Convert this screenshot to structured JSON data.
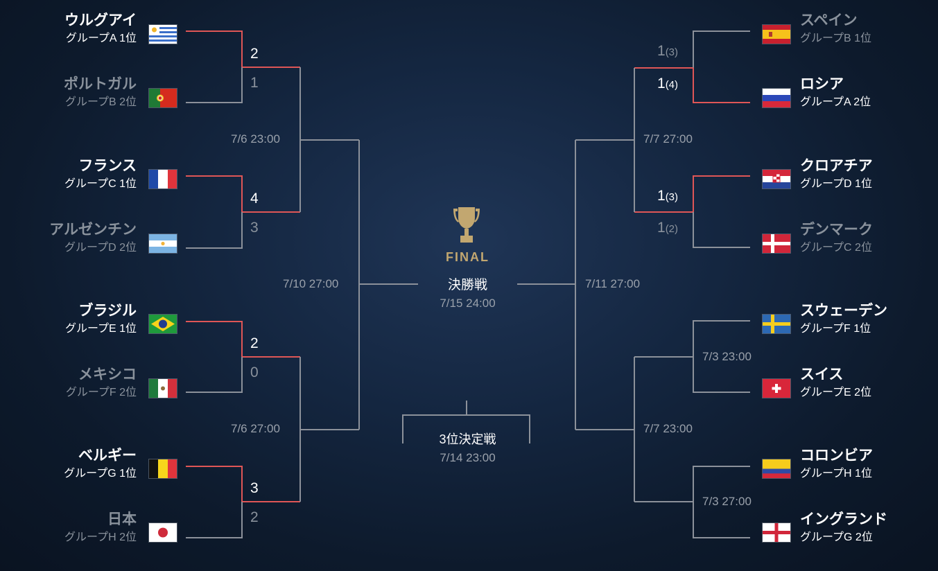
{
  "colors": {
    "winner_line": "#e05656",
    "bracket_line": "#8c919a",
    "trophy": "#c2a770",
    "dim_text": "#8a929c"
  },
  "teams": {
    "uruguay": {
      "name": "ウルグアイ",
      "group": "グループA 1位",
      "flag": "uruguay-flag"
    },
    "portugal": {
      "name": "ポルトガル",
      "group": "グループB 2位",
      "flag": "portugal-flag"
    },
    "france": {
      "name": "フランス",
      "group": "グループC 1位",
      "flag": "france-flag"
    },
    "argentina": {
      "name": "アルゼンチン",
      "group": "グループD 2位",
      "flag": "argentina-flag"
    },
    "brazil": {
      "name": "ブラジル",
      "group": "グループE 1位",
      "flag": "brazil-flag"
    },
    "mexico": {
      "name": "メキシコ",
      "group": "グループF 2位",
      "flag": "mexico-flag"
    },
    "belgium": {
      "name": "ベルギー",
      "group": "グループG 1位",
      "flag": "belgium-flag"
    },
    "japan": {
      "name": "日本",
      "group": "グループH 2位",
      "flag": "japan-flag"
    },
    "spain": {
      "name": "スペイン",
      "group": "グループB 1位",
      "flag": "spain-flag"
    },
    "russia": {
      "name": "ロシア",
      "group": "グループA 2位",
      "flag": "russia-flag"
    },
    "croatia": {
      "name": "クロアチア",
      "group": "グループD 1位",
      "flag": "croatia-flag"
    },
    "denmark": {
      "name": "デンマーク",
      "group": "グループC 2位",
      "flag": "denmark-flag"
    },
    "sweden": {
      "name": "スウェーデン",
      "group": "グループF 1位",
      "flag": "sweden-flag"
    },
    "switzerland": {
      "name": "スイス",
      "group": "グループE 2位",
      "flag": "switzerland-flag"
    },
    "colombia": {
      "name": "コロンビア",
      "group": "グループH 1位",
      "flag": "colombia-flag"
    },
    "england": {
      "name": "イングランド",
      "group": "グループG 2位",
      "flag": "england-flag"
    }
  },
  "scores": {
    "uru_por": {
      "home": "2",
      "away": "1"
    },
    "fra_arg": {
      "home": "4",
      "away": "3"
    },
    "bra_mex": {
      "home": "2",
      "away": "0"
    },
    "bel_jpn": {
      "home": "3",
      "away": "2"
    },
    "esp_rus": {
      "home": "1",
      "home_pk": "(3)",
      "away": "1",
      "away_pk": "(4)"
    },
    "cro_den": {
      "home": "1",
      "home_pk": "(3)",
      "away": "1",
      "away_pk": "(2)"
    }
  },
  "match_times": {
    "qf_left_top": "7/6 23:00",
    "qf_left_bottom": "7/6 27:00",
    "sf_left": "7/10 27:00",
    "qf_right_top": "7/7 27:00",
    "qf_right_bottom": "7/7 23:00",
    "sf_right": "7/11 27:00",
    "r16_swe_sui": "7/3 23:00",
    "r16_col_eng": "7/3 27:00"
  },
  "final": {
    "label": "FINAL",
    "title": "決勝戦",
    "time": "7/15 24:00"
  },
  "third_place": {
    "title": "3位決定戦",
    "time": "7/14 23:00"
  }
}
